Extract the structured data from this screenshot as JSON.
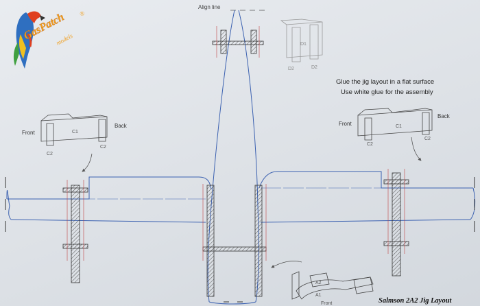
{
  "logo": {
    "brand": "GasPatch",
    "reg": "®",
    "sub": "models"
  },
  "align_label": "Align line",
  "instructions": [
    "Glue the jig layout in a flat surface",
    "Use white glue for the assembly"
  ],
  "title": "Salmson 2A2 Jig Layout",
  "left_jig": {
    "front": "Front",
    "back": "Back",
    "part_c1": "C1",
    "part_c2a": "C2",
    "part_c2b": "C2"
  },
  "right_jig": {
    "front": "Front",
    "back": "Back",
    "part_c1": "C1",
    "part_c2a": "C2",
    "part_c2b": "C2"
  },
  "top_jig": {
    "part_d1": "D1",
    "part_d2a": "D2",
    "part_d2b": "D2"
  },
  "bottom_jig": {
    "part_a1": "A1",
    "part_a2": "A2",
    "front": "Front"
  },
  "colors": {
    "outline": "#3a60b0",
    "crosshair": "#c04040",
    "logo": "#f0a020"
  }
}
